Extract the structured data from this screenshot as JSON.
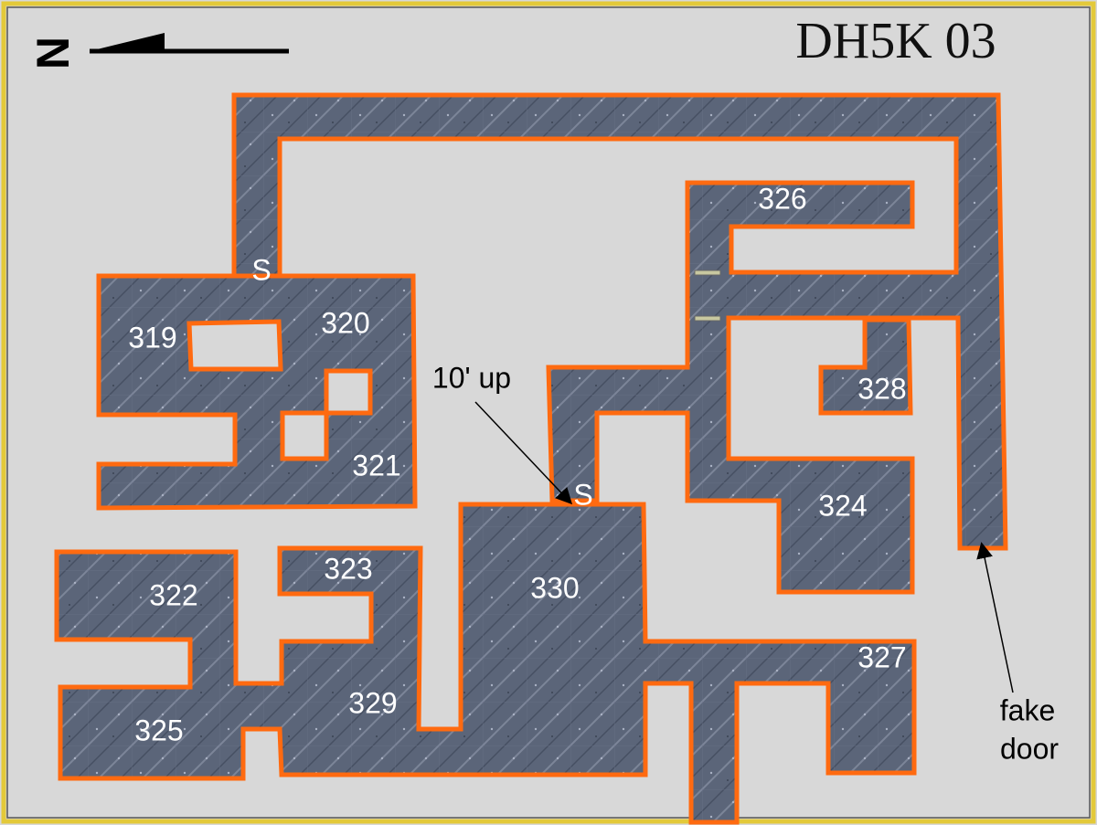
{
  "map": {
    "title": "DH5K 03",
    "compass_label": "N",
    "annotations": {
      "ten_up": "10' up",
      "fake_door_line1": "fake",
      "fake_door_line2": "door"
    },
    "secret_door_label": "S",
    "rooms": [
      "319",
      "320",
      "321",
      "322",
      "323",
      "324",
      "325",
      "326",
      "327",
      "328",
      "329",
      "330"
    ],
    "colors": {
      "background": "#d8d8d8",
      "frame": "#e8d040",
      "floor": "#5a6478",
      "wall_outline": "#ff6a10",
      "label": "#ffffff"
    }
  }
}
